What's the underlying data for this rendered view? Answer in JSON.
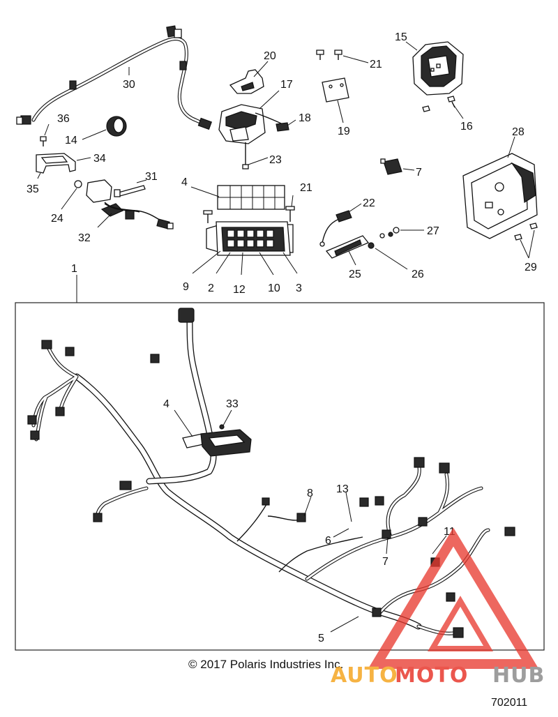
{
  "diagram": {
    "callouts": {
      "c1": "1",
      "c2": "2",
      "c3": "3",
      "c4_top": "4",
      "c4_harness": "4",
      "c5": "5",
      "c6": "6",
      "c7_top": "7",
      "c7_harness": "7",
      "c8": "8",
      "c9": "9",
      "c10": "10",
      "c11": "11",
      "c12": "12",
      "c13": "13",
      "c14": "14",
      "c15": "15",
      "c16": "16",
      "c17": "17",
      "c18": "18",
      "c19": "19",
      "c20": "20",
      "c21_top": "21",
      "c21_mid": "21",
      "c22": "22",
      "c23": "23",
      "c24": "24",
      "c25": "25",
      "c26": "26",
      "c27": "27",
      "c28": "28",
      "c29": "29",
      "c30": "30",
      "c31": "31",
      "c32": "32",
      "c33": "33",
      "c34": "34",
      "c35": "35",
      "c36": "36"
    },
    "copyright": "© 2017 Polaris Industries Inc.",
    "reference_number": "702011"
  },
  "watermark": {
    "part1": "AUTO",
    "part2": "MOTO",
    "part3": "HUB",
    "color_orange": "#f5a623",
    "color_red": "#e8392f",
    "color_gray": "#8c8c8c"
  }
}
